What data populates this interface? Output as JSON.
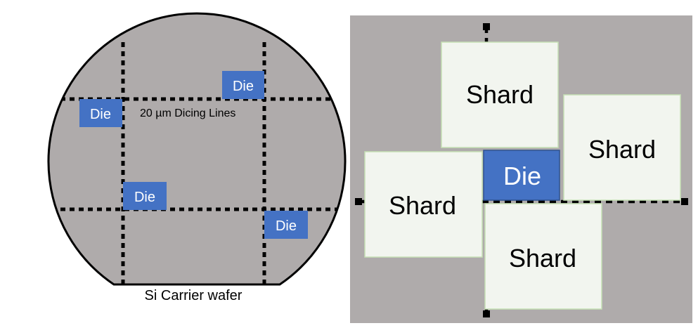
{
  "left_panel": {
    "dicing_label": "20 µm Dicing Lines",
    "caption": "Si  Carrier wafer",
    "die_labels": [
      "Die",
      "Die",
      "Die",
      "Die"
    ]
  },
  "right_panel": {
    "die_label": "Die",
    "shard_labels": [
      "Shard",
      "Shard",
      "Shard",
      "Shard"
    ]
  },
  "colors": {
    "wafer": "#afabab",
    "die": "#4472c4",
    "shard": "#f2f5ef",
    "shard_border": "#c5e0b4",
    "background_right": "#afabab"
  }
}
